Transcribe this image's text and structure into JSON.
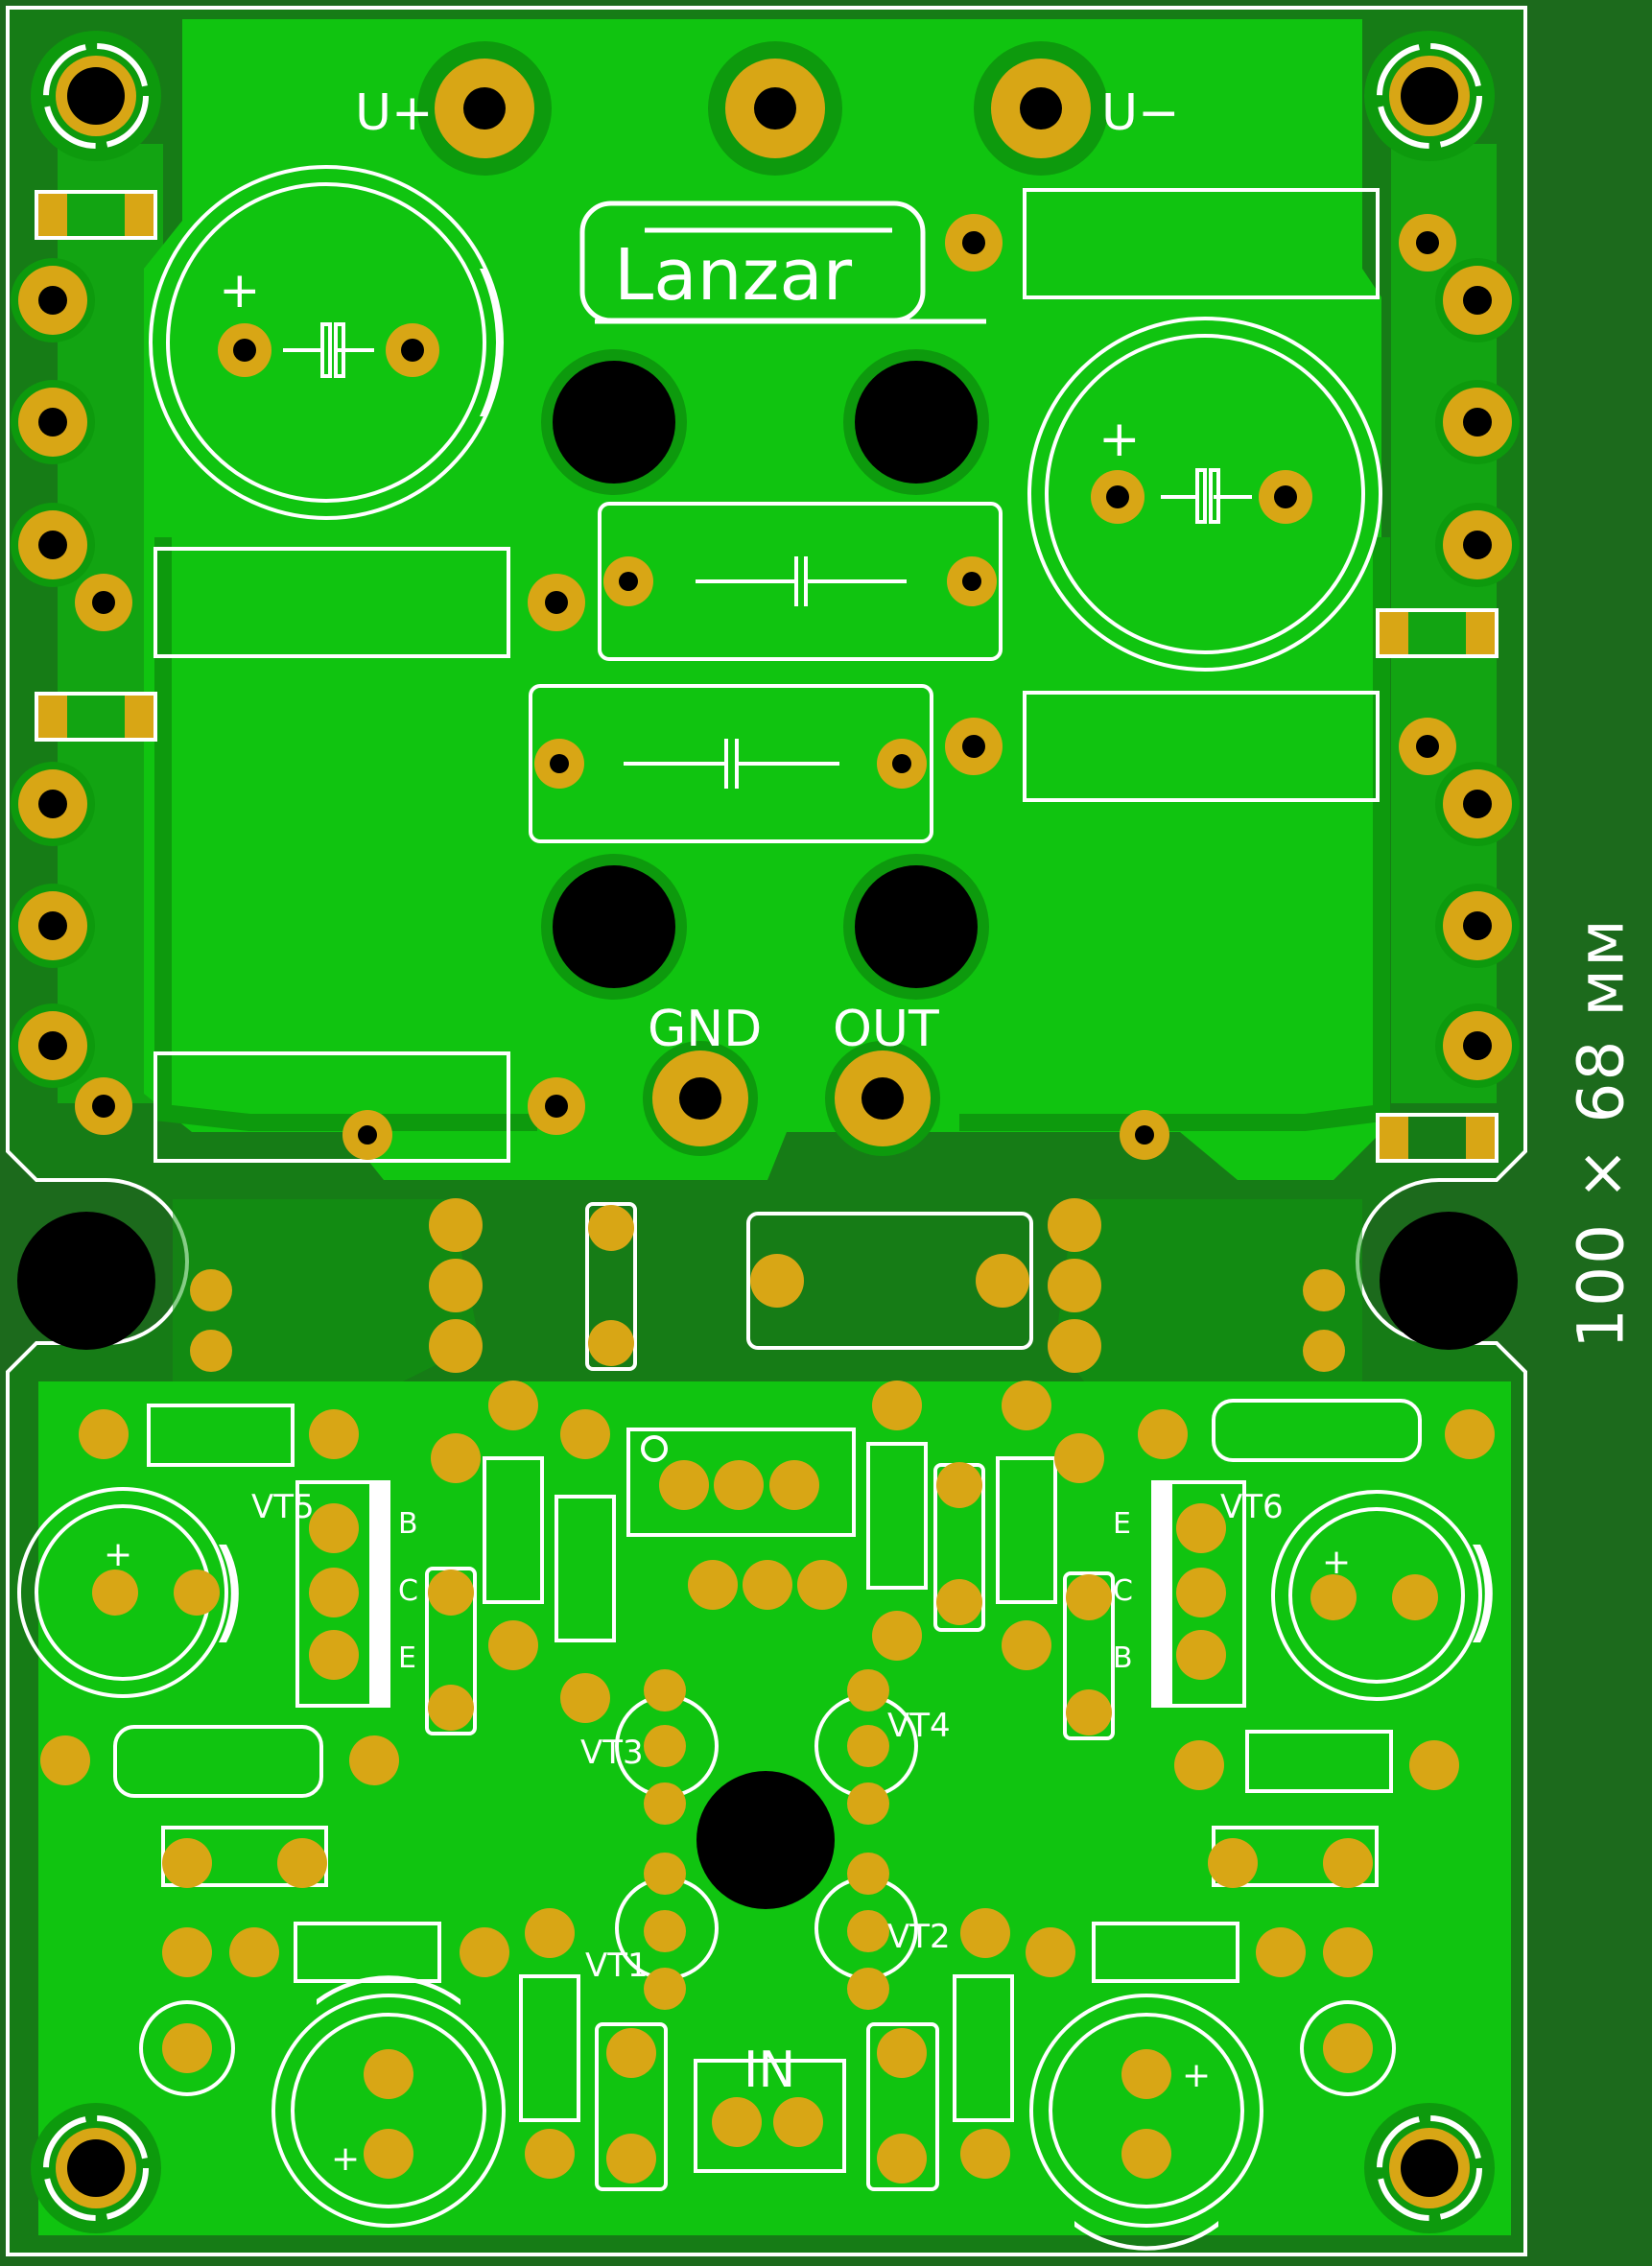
{
  "board": {
    "brand": "Lanzar",
    "dimension": "100 × 68 мм",
    "colors": {
      "background": "#1c6a1c",
      "board": "#167c16",
      "copper": "#10c410",
      "copper_dark": "#0d9a0d",
      "pad": "#d8a615",
      "silkscreen": "#ffffff",
      "hole": "#000000"
    }
  },
  "labels": {
    "u_plus": "U+",
    "u_minus": "U−",
    "gnd": "GND",
    "out": "OUT",
    "input": "IN",
    "vt1": "VT1",
    "vt2": "VT2",
    "vt3": "VT3",
    "vt4": "VT4",
    "vt5": "VT5",
    "vt6": "VT6",
    "plus": "+",
    "pin_b": "B",
    "pin_c": "C",
    "pin_e": "E"
  },
  "components": [
    {
      "name": "Power transistor mounting holes",
      "count": 4
    },
    {
      "name": "Board mounting holes",
      "count": 7
    },
    {
      "name": "Output transistors (TO-220)",
      "ids": []
    },
    {
      "name": "Driver / input transistors",
      "ids": [
        "VT1",
        "VT2",
        "VT3",
        "VT4",
        "VT5",
        "VT6"
      ]
    }
  ]
}
